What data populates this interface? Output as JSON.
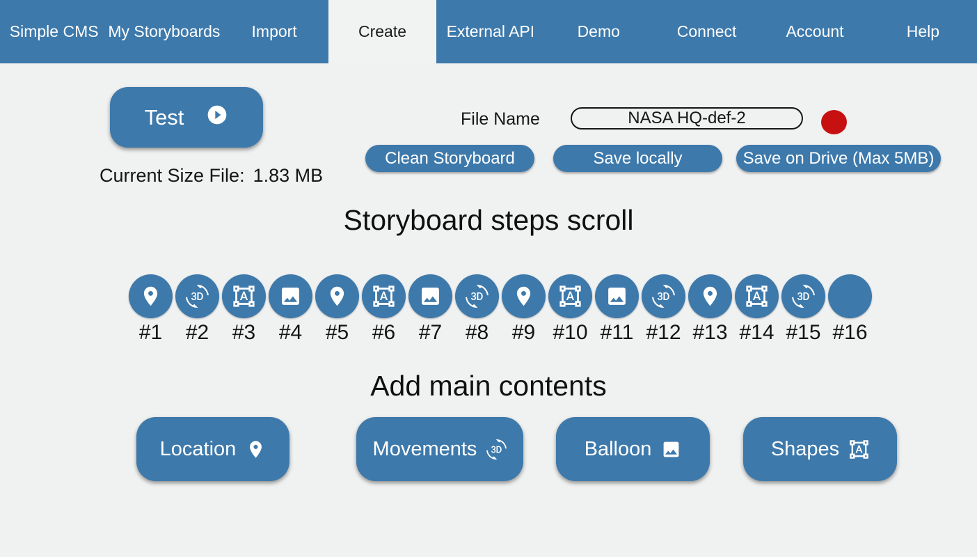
{
  "navbar": {
    "items": [
      {
        "label": "Simple CMS",
        "active": false
      },
      {
        "label": "My Storyboards",
        "active": false
      },
      {
        "label": "Import",
        "active": false
      },
      {
        "label": "Create",
        "active": true
      },
      {
        "label": "External API",
        "active": false
      },
      {
        "label": "Demo",
        "active": false
      },
      {
        "label": "Connect",
        "active": false
      },
      {
        "label": "Account",
        "active": false
      },
      {
        "label": "Help",
        "active": false
      }
    ]
  },
  "toolbar": {
    "test_button": {
      "label": "Test",
      "icon": "play-circle"
    },
    "current_size_label": "Current Size File:",
    "current_size_value": "1.83 MB",
    "file_name_label": "File Name",
    "file_name_value": "NASA HQ-def-2",
    "actions": [
      {
        "label": "Clean Storyboard"
      },
      {
        "label": "Save locally"
      },
      {
        "label": "Save on Drive (Max 5MB)"
      }
    ]
  },
  "storyboard": {
    "heading": "Storyboard steps scroll",
    "steps": [
      {
        "label": "#1",
        "icon": "location-pin"
      },
      {
        "label": "#2",
        "icon": "3d-rotation"
      },
      {
        "label": "#3",
        "icon": "format-shapes"
      },
      {
        "label": "#4",
        "icon": "image"
      },
      {
        "label": "#5",
        "icon": "location-pin"
      },
      {
        "label": "#6",
        "icon": "format-shapes"
      },
      {
        "label": "#7",
        "icon": "image"
      },
      {
        "label": "#8",
        "icon": "3d-rotation"
      },
      {
        "label": "#9",
        "icon": "location-pin"
      },
      {
        "label": "#10",
        "icon": "format-shapes"
      },
      {
        "label": "#11",
        "icon": "image"
      },
      {
        "label": "#12",
        "icon": "3d-rotation"
      },
      {
        "label": "#13",
        "icon": "location-pin"
      },
      {
        "label": "#14",
        "icon": "format-shapes"
      },
      {
        "label": "#15",
        "icon": "3d-rotation"
      },
      {
        "label": "#16",
        "icon": null
      }
    ]
  },
  "main_contents": {
    "heading": "Add main contents",
    "buttons": [
      {
        "label": "Location",
        "icon": "location-pin"
      },
      {
        "label": "Movements",
        "icon": "3d-rotation"
      },
      {
        "label": "Balloon",
        "icon": "image"
      },
      {
        "label": "Shapes",
        "icon": "format-shapes"
      }
    ]
  },
  "colors": {
    "primary": "#3d79ab",
    "background": "#f0f1f1",
    "recording_indicator": "#c71111",
    "active_tab_background": "#f1f2f2"
  }
}
